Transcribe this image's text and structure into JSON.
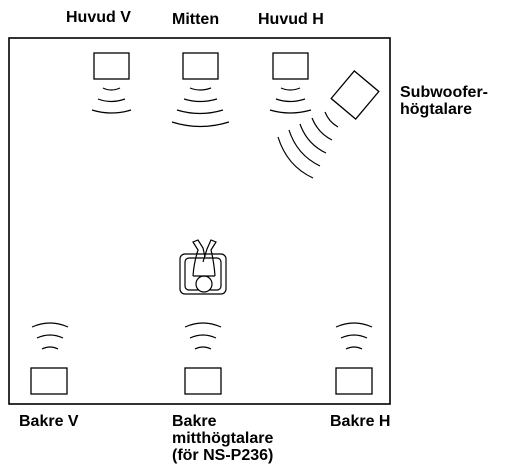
{
  "labels": {
    "front_left": "Huvud V",
    "center": "Mitten",
    "front_right": "Huvud H",
    "subwoofer_line1": "Subwoofer-",
    "subwoofer_line2": "högtalare",
    "rear_left": "Bakre V",
    "rear_center_line1": "Bakre",
    "rear_center_line2": "mitthögtalare",
    "rear_center_line3": "(för NS-P236)",
    "rear_right": "Bakre H"
  }
}
